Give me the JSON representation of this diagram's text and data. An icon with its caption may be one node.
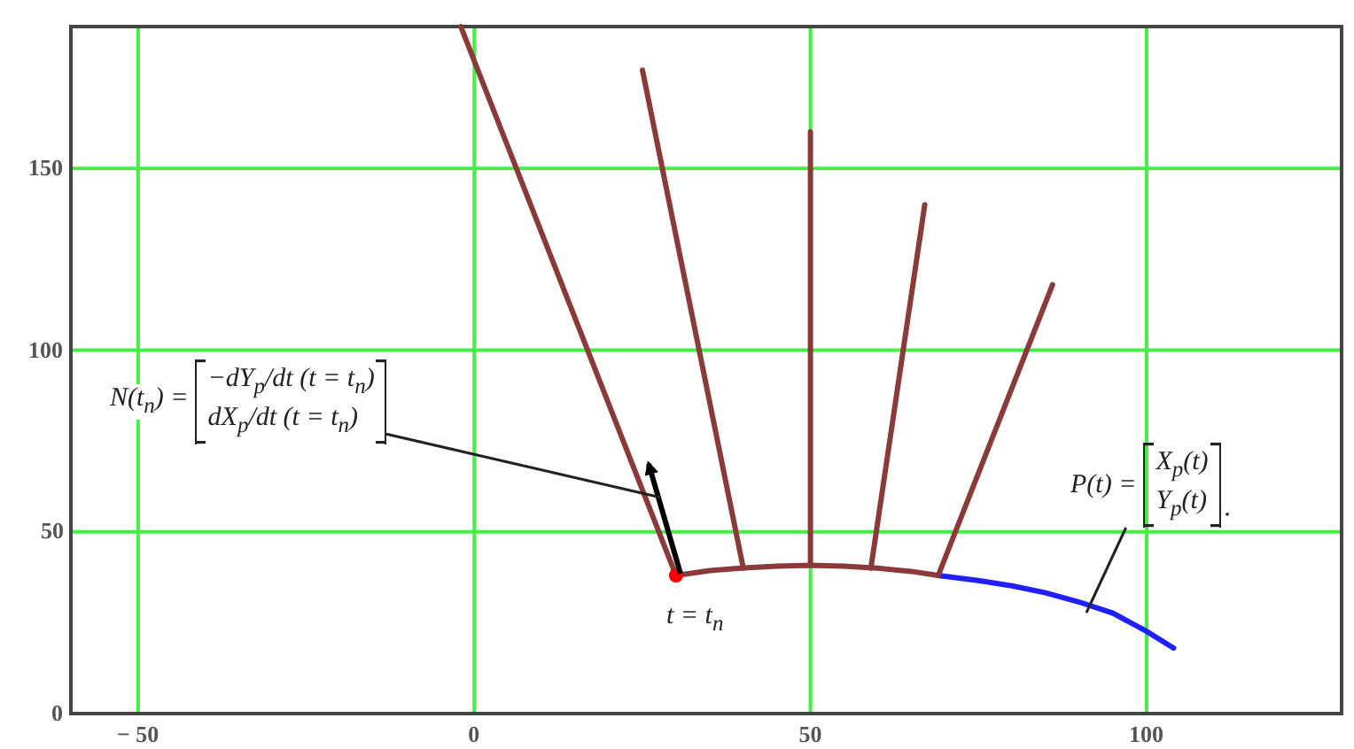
{
  "diagram": {
    "nodes": [
      {
        "text": [
          "N(t$_{n}$) =",
          "−dY$_{p}$/dt (t = t$_{n}$)",
          "dX$_{p}$/dt (t = t$_{n}$)"
        ]
      },
      {
        "text": [],
        "shape": "arrow"
      },
      {
        "text": [
          "P(t) =",
          "X$_{p}$(t)",
          "Y$_{p}$(t)"
        ],
        "beside": [
          "."
        ]
      }
    ],
    "edges": [
      {
        "from": 0,
        "to": 1,
        "arrow": "none"
      },
      {
        "from": 2,
        "to": null,
        "arrow": "none"
      }
    ],
    "labels": [
      "t = t$_{n}$"
    ],
    "chart_data": {
      "type": "line",
      "xlim": [
        -60,
        129
      ],
      "ylim": [
        0,
        189
      ],
      "xticks": [
        {
          "value": -50,
          "label": "− 50"
        },
        0,
        50,
        100
      ],
      "yticks": [
        0,
        50,
        100,
        150
      ],
      "series": [
        {
          "color": "#8b3a3a",
          "x": [
            30,
            35,
            40,
            45,
            50,
            55,
            60,
            65,
            69
          ],
          "values": [
            38,
            39.3,
            40.1,
            40.6,
            40.8,
            40.6,
            40,
            39.1,
            38
          ]
        },
        {
          "color": "#1f1fff",
          "x": [
            69,
            75,
            80,
            85,
            90,
            95,
            100,
            104
          ],
          "values": [
            38,
            36.6,
            35.1,
            33.2,
            30.7,
            27.6,
            22.6,
            18
          ]
        },
        {
          "color": "#8b3a3a",
          "x": [
            30,
            -2
          ],
          "values": [
            38,
            189
          ]
        },
        {
          "color": "#8b3a3a",
          "x": [
            40,
            25
          ],
          "values": [
            40,
            177
          ]
        },
        {
          "color": "#8b3a3a",
          "x": [
            50,
            50
          ],
          "values": [
            41,
            160
          ]
        },
        {
          "color": "#8b3a3a",
          "x": [
            59,
            67
          ],
          "values": [
            40,
            140
          ]
        },
        {
          "color": "#8b3a3a",
          "x": [
            69,
            86
          ],
          "values": [
            38,
            118
          ]
        },
        {
          "color": "#ff0000",
          "x": [
            30
          ],
          "values": [
            38
          ],
          "marker": "o"
        }
      ],
      "grid": true
    }
  }
}
